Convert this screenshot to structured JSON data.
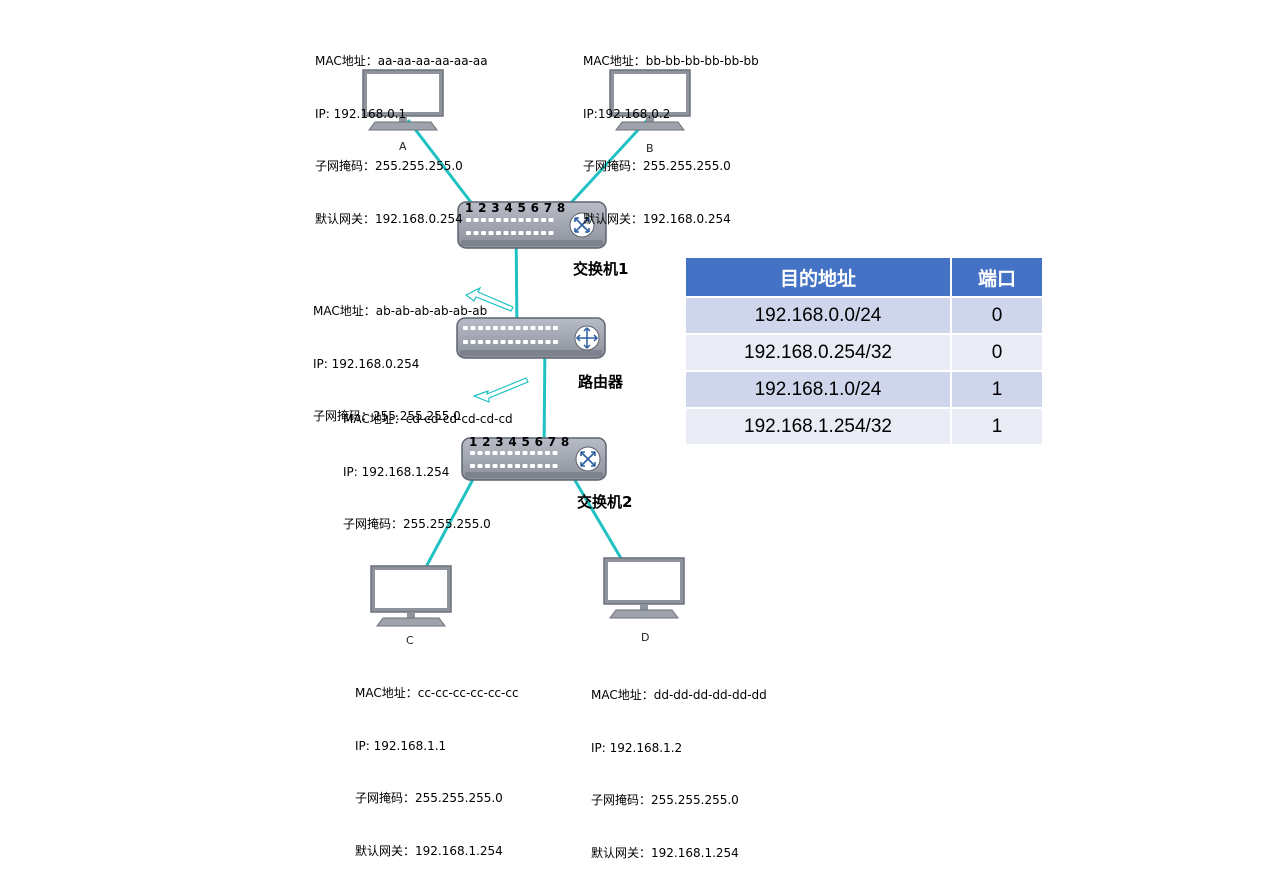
{
  "hosts": {
    "A": {
      "name": "A",
      "mac": "MAC地址：aa-aa-aa-aa-aa-aa",
      "ip": "IP: 192.168.0.1",
      "mask": "子网掩码：255.255.255.0",
      "gateway": "默认网关：192.168.0.254"
    },
    "B": {
      "name": "B",
      "mac": "MAC地址：bb-bb-bb-bb-bb-bb",
      "ip": "IP:192.168.0.2",
      "mask": "子网掩码：255.255.255.0",
      "gateway": "默认网关：192.168.0.254"
    },
    "C": {
      "name": "C",
      "mac": "MAC地址：cc-cc-cc-cc-cc-cc",
      "ip": "IP: 192.168.1.1",
      "mask": "子网掩码：255.255.255.0",
      "gateway": "默认网关：192.168.1.254"
    },
    "D": {
      "name": "D",
      "mac": "MAC地址：dd-dd-dd-dd-dd-dd",
      "ip": "IP: 192.168.1.2",
      "mask": "子网掩码：255.255.255.0",
      "gateway": "默认网关：192.168.1.254"
    }
  },
  "router_ports": {
    "port0": {
      "mac": "MAC地址：ab-ab-ab-ab-ab-ab",
      "ip": "IP: 192.168.0.254",
      "mask": "子网掩码：255.255.255.0"
    },
    "port1": {
      "mac": "MAC地址：cd-cd-cd-cd-cd-cd",
      "ip": "IP: 192.168.1.254",
      "mask": "子网掩码：255.255.255.0"
    }
  },
  "devices": {
    "switch1": {
      "label": "交换机1",
      "ports": "1 2 3 4 5 6 7 8"
    },
    "router": {
      "label": "路由器"
    },
    "switch2": {
      "label": "交换机2",
      "ports": "1 2 3 4 5 6 7 8"
    }
  },
  "routing_table": {
    "headers": [
      "目的地址",
      "端口"
    ],
    "rows": [
      [
        "192.168.0.0/24",
        "0"
      ],
      [
        "192.168.0.254/32",
        "0"
      ],
      [
        "192.168.1.0/24",
        "1"
      ],
      [
        "192.168.1.254/32",
        "1"
      ]
    ]
  },
  "colors": {
    "link": "#1fc1c3",
    "table_header": "#4472c4",
    "row_odd": "#cfd5ea",
    "row_even": "#e9ebf5"
  },
  "icons": {
    "host": "monitor-icon",
    "switch": "switch-icon",
    "router": "router-icon"
  }
}
